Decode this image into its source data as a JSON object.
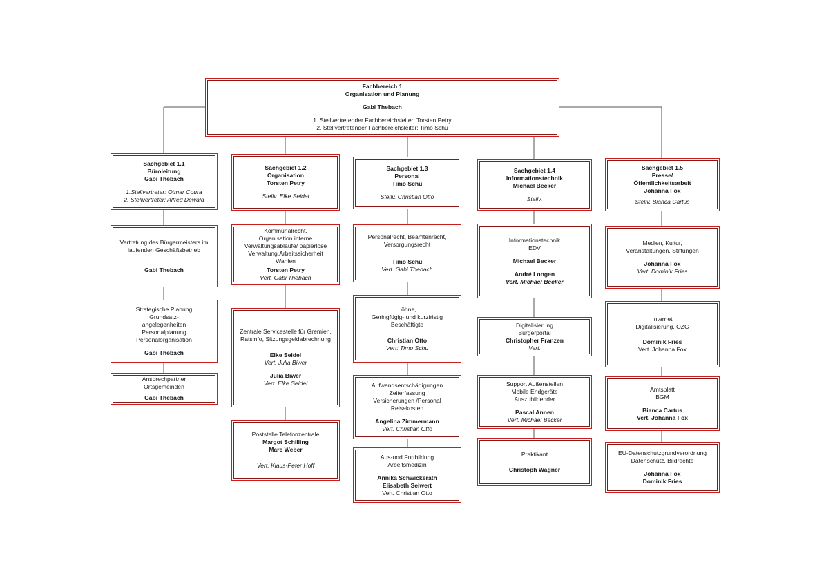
{
  "top": {
    "l1": "Fachbereich 1",
    "l2": "Organisation und Planung",
    "name": "Gabi Thebach",
    "dep1": "1. Stellvertretender Fachbereichsleiter: Torsten Petry",
    "dep2": "2. Stellvertretender Fachbereichsleiter: Timo Schu"
  },
  "sg11": {
    "l1": "Sachgebiet 1.1",
    "l2": "Büroleitung",
    "l3": "Gabi Thebach",
    "s1": "1.Stellvertreter: Otmar Coura",
    "s2": "2. Stellvertreter: Alfred Dewald"
  },
  "sg12": {
    "l1": "Sachgebiet 1.2",
    "l2": "Organisation",
    "l3": "Torsten Petry",
    "s1": "Stellv. Elke Seidel"
  },
  "sg13": {
    "l1": "Sachgebiet 1.3",
    "l2": "Personal",
    "l3": "Timo Schu",
    "s1": "Stellv. Christian Otto"
  },
  "sg14": {
    "l1": "Sachgebiet 1.4",
    "l2": "Informationstechnik",
    "l3": "Michael Becker",
    "s1": "Stellv."
  },
  "sg15": {
    "l1": "Sachgebiet 1.5",
    "l2": "Presse/",
    "l3": "Öffentlichkeitsarbeit",
    "l4": "Johanna Fox",
    "s1": "Stellv. Bianca Cartus"
  },
  "c1": {
    "b1": {
      "t1": "Vertretung des Bürgermeisters im",
      "t2": "laufenden Geschäftsbetrieb",
      "name": "Gabi Thebach"
    },
    "b2": {
      "t1": "Strategische  Planung",
      "t2": "Grundsatz-",
      "t3": "angelegenheiten",
      "t4": "Personalplanung",
      "t5": "Personalorganisation",
      "name": "Gabi Thebach"
    },
    "b3": {
      "t1": "Ansprechpartner",
      "t2": "Ortsgemeinden",
      "name": "Gabi Thebach"
    }
  },
  "c2": {
    "b1": {
      "t1": "Kommunalrecht,",
      "t2": "Organisation interne",
      "t3": "Verwaltungsabläufe/ papierlose",
      "t4": "Verwaltung,Arbeitssicherheit",
      "t5": "Wahlen",
      "name": "Torsten Petry",
      "vert": "Vert. Gabi Thebach"
    },
    "b2": {
      "t1": "Zentrale Servicestelle für Gremien,",
      "t2": "Ratsinfo, Sitzungsgeldabrechnung",
      "n1": "Elke Seidel",
      "v1": "Vert. Julia Biwer",
      "n2": "Julia Biwer",
      "v2": "Vert. Elke Seidel"
    },
    "b3": {
      "t1": "Poststelle Telefonzentrale",
      "n1": "Margot Schilling",
      "n2": "Marc Weber",
      "vert": "Vert. Klaus-Peter Hoff"
    }
  },
  "c3": {
    "b1": {
      "t1": "Personalrecht, Beamtenrecht,",
      "t2": "Versorgungsrecht",
      "name": "Timo Schu",
      "vert": "Vert. Gabi Thebach"
    },
    "b2": {
      "t1": "Löhne,",
      "t2": "Geringfügig- und kurzfristig",
      "t3": "Beschäftigte",
      "name": "Christian Otto",
      "vert": "Vert: Timo Schu"
    },
    "b3": {
      "t1": "Aufwandsentschädigungen",
      "t2": "Zeiterfassung",
      "t3": "Versicherungen /Personal",
      "t4": "Reisekosten",
      "name": "Angelina Zimmermann",
      "vert": "Vert. Christian Otto"
    },
    "b4": {
      "t1": "Aus-und Fortbildung",
      "t2": "Arbeitsmedizin",
      "n1": "Annika Schwickerath",
      "n2": "Elisabeth Seiwert",
      "vert": "Vert.  Christian Otto"
    }
  },
  "c4": {
    "b1": {
      "t1": "Informationstechnik",
      "t2": "EDV",
      "n1": "Michael Becker",
      "n2": "André Longen",
      "vert": "Vert. Michael Becker"
    },
    "b2": {
      "t1": "Digitalisierung",
      "t2": "Bürgerportal",
      "name": "Christopher Franzen",
      "vert": "Vert."
    },
    "b3": {
      "t1": "Support Außenstellen",
      "t2": "Mobile Endgeräte",
      "t3": "Auszubildender",
      "name": "Pascal Annen",
      "vert": "Vert. Michael Becker"
    },
    "b4": {
      "t1": "Praktikant",
      "name": "Christoph Wagner"
    }
  },
  "c5": {
    "b1": {
      "t1": "Medien, Kultur,",
      "t2": "Veranstaltungen, Stiftungen",
      "name": "Johanna Fox",
      "vert": "Vert. Dominik Fries"
    },
    "b2": {
      "t1": "Internet",
      "t2": "Digitalisierung, OZG",
      "name": "Dominik Fries",
      "vert": "Vert. Johanna Fox"
    },
    "b3": {
      "t1": "Amtsblatt",
      "t2": "BGM",
      "name": "Bianca Cartus",
      "vert": "Vert. Johanna Fox"
    },
    "b4": {
      "t1": "EU-Datenschutzgrundverordnung",
      "t2": "Datenschutz, Bildrechte",
      "n1": "Johanna Fox",
      "n2": "Dominik Fries"
    }
  }
}
